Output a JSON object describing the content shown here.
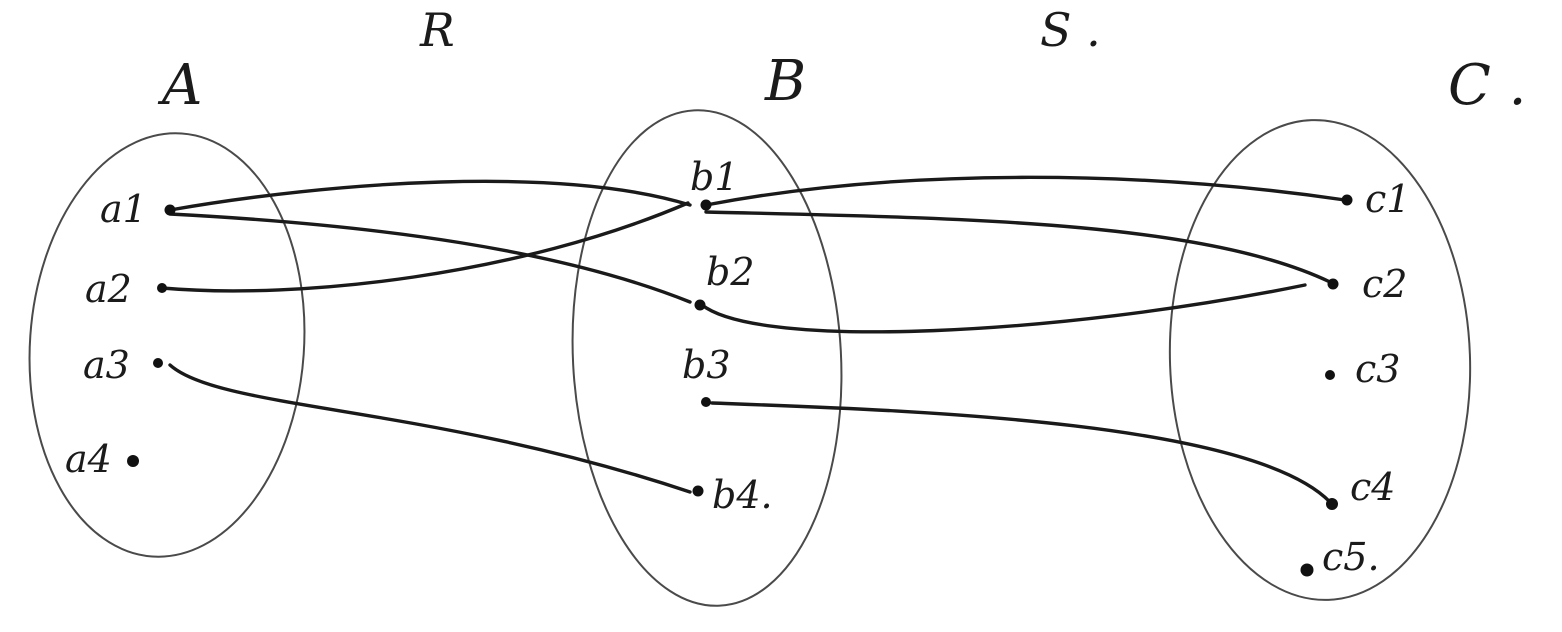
{
  "sets": {
    "A": {
      "title": "A",
      "elements": [
        "a1",
        "a2",
        "a3",
        "a4"
      ]
    },
    "B": {
      "title": "B",
      "elements": [
        "b1",
        "b2",
        "b3",
        "b4."
      ]
    },
    "C": {
      "title": "C .",
      "elements": [
        "c1",
        "c2",
        "c3",
        "c4",
        "c5."
      ]
    }
  },
  "relations": {
    "R": {
      "label": "R",
      "pairs": [
        [
          "a1",
          "b1"
        ],
        [
          "a1",
          "b2"
        ],
        [
          "a2",
          "b1"
        ],
        [
          "a3",
          "b4"
        ]
      ]
    },
    "S": {
      "label": "S .",
      "pairs": [
        [
          "b1",
          "c1"
        ],
        [
          "b1",
          "c2"
        ],
        [
          "b2",
          "c2"
        ],
        [
          "b3",
          "c4"
        ]
      ]
    }
  }
}
